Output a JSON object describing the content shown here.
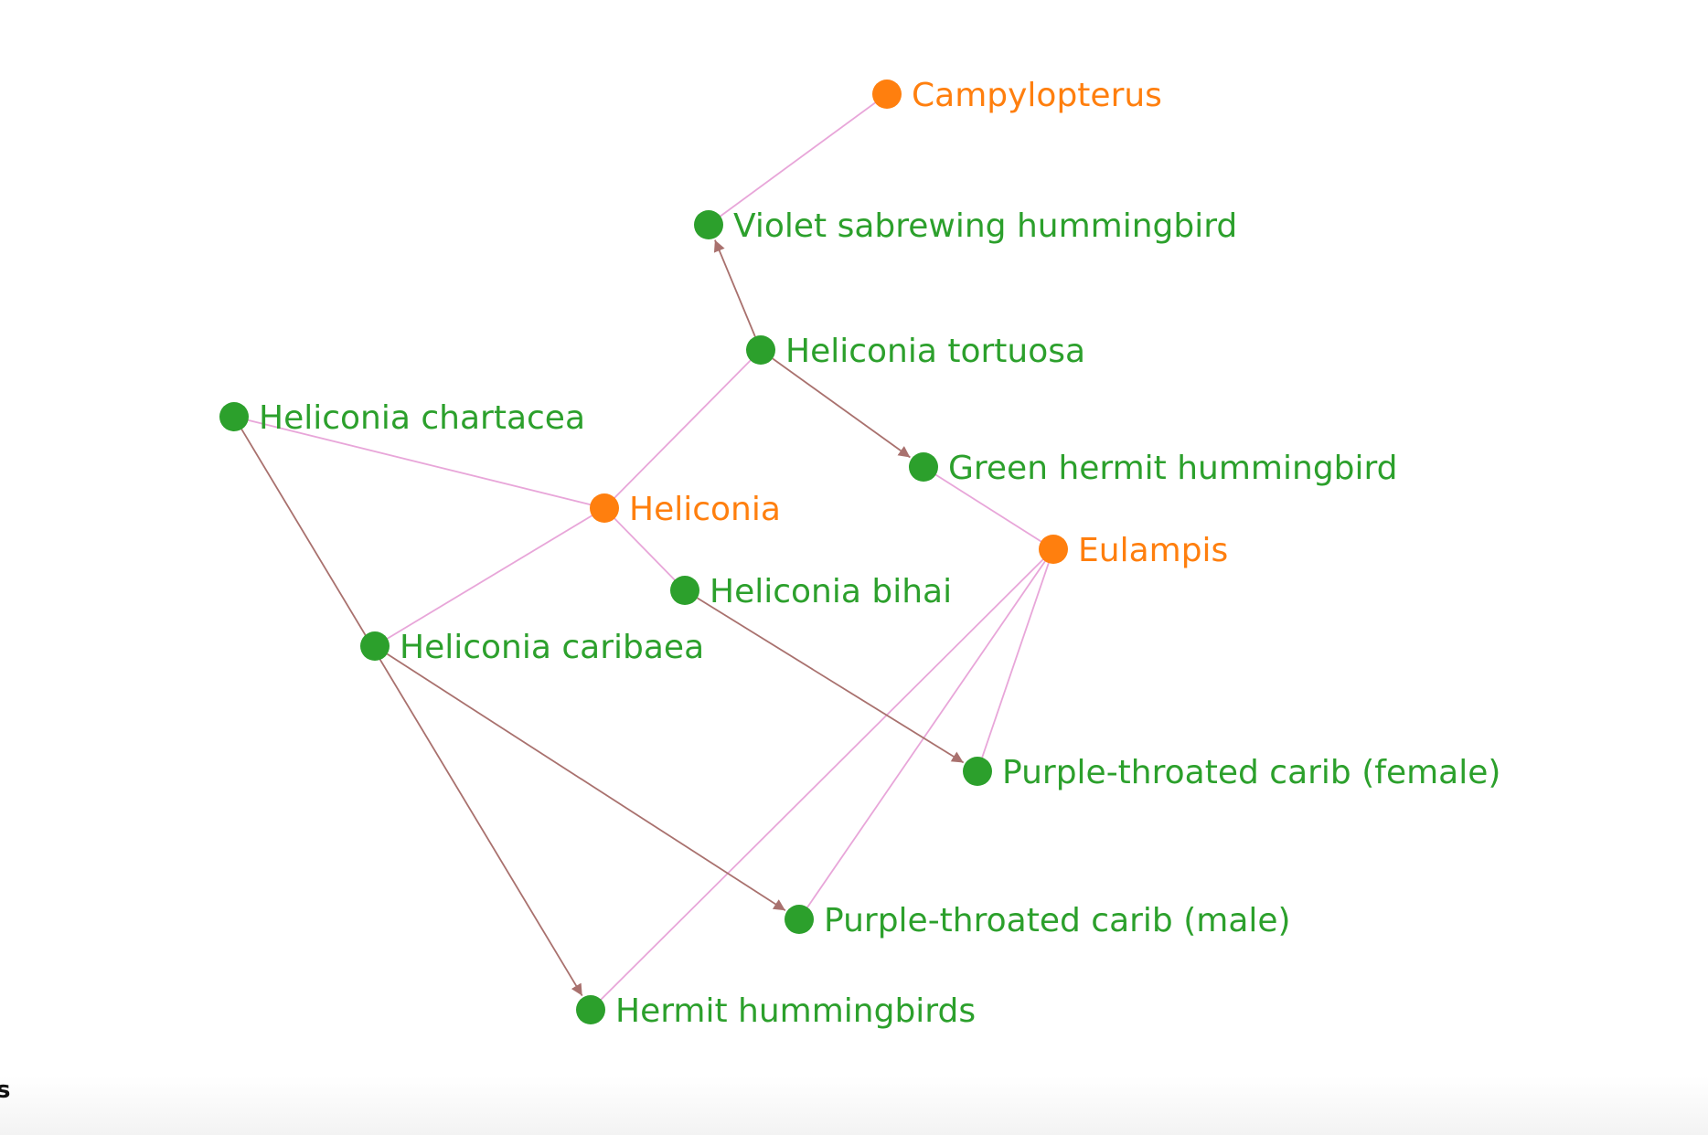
{
  "diagram": {
    "colors": {
      "genus_node": "#ff7f0e",
      "species_node": "#2ca02c",
      "membership_edge": "#e8a6d9",
      "directed_edge": "#a9716e"
    },
    "nodes": [
      {
        "id": "campylopterus",
        "label": "Campylopterus",
        "kind": "genus"
      },
      {
        "id": "violet_sabrewing",
        "label": "Violet sabrewing hummingbird",
        "kind": "species"
      },
      {
        "id": "heliconia_tortuosa",
        "label": "Heliconia tortuosa",
        "kind": "species"
      },
      {
        "id": "heliconia_chartacea",
        "label": "Heliconia chartacea",
        "kind": "species"
      },
      {
        "id": "green_hermit",
        "label": "Green hermit hummingbird",
        "kind": "species"
      },
      {
        "id": "heliconia",
        "label": "Heliconia",
        "kind": "genus"
      },
      {
        "id": "eulampis",
        "label": "Eulampis",
        "kind": "genus"
      },
      {
        "id": "heliconia_bihai",
        "label": "Heliconia bihai",
        "kind": "species"
      },
      {
        "id": "heliconia_caribaea",
        "label": "Heliconia caribaea",
        "kind": "species"
      },
      {
        "id": "ptc_female",
        "label": "Purple-throated carib (female)",
        "kind": "species"
      },
      {
        "id": "ptc_male",
        "label": "Purple-throated carib (male)",
        "kind": "species"
      },
      {
        "id": "hermit_hummingbirds",
        "label": "Hermit hummingbirds",
        "kind": "species"
      }
    ],
    "edges": [
      {
        "from": "campylopterus",
        "to": "violet_sabrewing",
        "kind": "membership"
      },
      {
        "from": "heliconia",
        "to": "heliconia_tortuosa",
        "kind": "membership"
      },
      {
        "from": "heliconia",
        "to": "heliconia_chartacea",
        "kind": "membership"
      },
      {
        "from": "heliconia",
        "to": "heliconia_bihai",
        "kind": "membership"
      },
      {
        "from": "heliconia",
        "to": "heliconia_caribaea",
        "kind": "membership"
      },
      {
        "from": "eulampis",
        "to": "green_hermit",
        "kind": "membership"
      },
      {
        "from": "eulampis",
        "to": "ptc_female",
        "kind": "membership"
      },
      {
        "from": "eulampis",
        "to": "ptc_male",
        "kind": "membership"
      },
      {
        "from": "eulampis",
        "to": "hermit_hummingbirds",
        "kind": "membership"
      },
      {
        "from": "heliconia_tortuosa",
        "to": "violet_sabrewing",
        "kind": "directed"
      },
      {
        "from": "heliconia_tortuosa",
        "to": "green_hermit",
        "kind": "directed"
      },
      {
        "from": "heliconia_chartacea",
        "to": "hermit_hummingbirds",
        "kind": "directed"
      },
      {
        "from": "heliconia_caribaea",
        "to": "ptc_male",
        "kind": "directed"
      },
      {
        "from": "heliconia_bihai",
        "to": "ptc_female",
        "kind": "directed"
      }
    ]
  },
  "footer": {
    "fragment_text": "s"
  }
}
